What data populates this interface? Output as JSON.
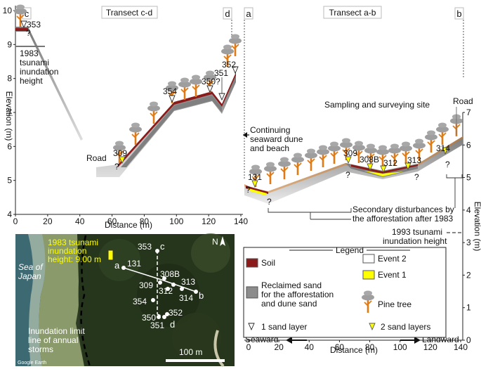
{
  "left_panel": {
    "title": "Transect c-d",
    "corner_label_left": "c",
    "corner_label_right": "d",
    "y_axis_label": "Elevation (m)",
    "x_axis_label": "Distance (m)",
    "y_ticks": [
      "4",
      "5",
      "6",
      "7",
      "8",
      "9",
      "10"
    ],
    "x_ticks": [
      "0",
      "20",
      "40",
      "60",
      "80",
      "100",
      "120",
      "140"
    ],
    "annotation_1983": "1983 tsunami inundation height",
    "road_label": "Road",
    "points": [
      "353",
      "309",
      "354",
      "350",
      "351",
      "352"
    ],
    "unknown_marker": "?"
  },
  "right_panel": {
    "title": "Transect a-b",
    "corner_label_left": "a",
    "corner_label_right": "b",
    "y_axis_label": "Elevation (m)",
    "x_axis_label": "Distance (m)",
    "y_ticks": [
      "0",
      "1",
      "2",
      "3",
      "4",
      "5",
      "6",
      "7"
    ],
    "x_ticks": [
      "0",
      "20",
      "40",
      "60",
      "80",
      "100",
      "120",
      "140"
    ],
    "road_label": "Road",
    "sampling_label": "Sampling and surveying site",
    "continuing_label": "Continuing seaward dune and beach",
    "secondary_label": "Secondary disturbances by the afforestation after 1983",
    "tsunami_1993_label": "1993 tsunami inundation height",
    "points": [
      "131",
      "309",
      "308B",
      "312",
      "313",
      "314"
    ],
    "seaward_label": "Seaward",
    "landward_label": "Landward",
    "unknown_marker": "?"
  },
  "legend": {
    "title": "Legend",
    "items": {
      "soil": "Soil",
      "event2": "Event 2",
      "event1": "Event 1",
      "sand": "Reclaimed sand for the afforestation and dune sand",
      "pine": "Pine tree",
      "one_layer": "1 sand layer",
      "two_layers": "2 sand layers"
    }
  },
  "map": {
    "inundation_label": "1983 tsunami inundation height: 9.00 m",
    "sea_label": "Sea of Japan",
    "storm_label": "Inundation limit line of annual storms",
    "scale_label": "100 m",
    "north_label": "N",
    "credit": "Google Earth",
    "points": [
      "353",
      "c",
      "a",
      "131",
      "308B",
      "309",
      "313",
      "312",
      "b",
      "314",
      "354",
      "350",
      "352",
      "351",
      "d"
    ]
  },
  "colors": {
    "soil": "#8b1a1a",
    "event1": "#ffff00",
    "sand": "#8c8c8c",
    "pine_trunk": "#e07a14",
    "pine_crown": "#9e9e9e"
  }
}
